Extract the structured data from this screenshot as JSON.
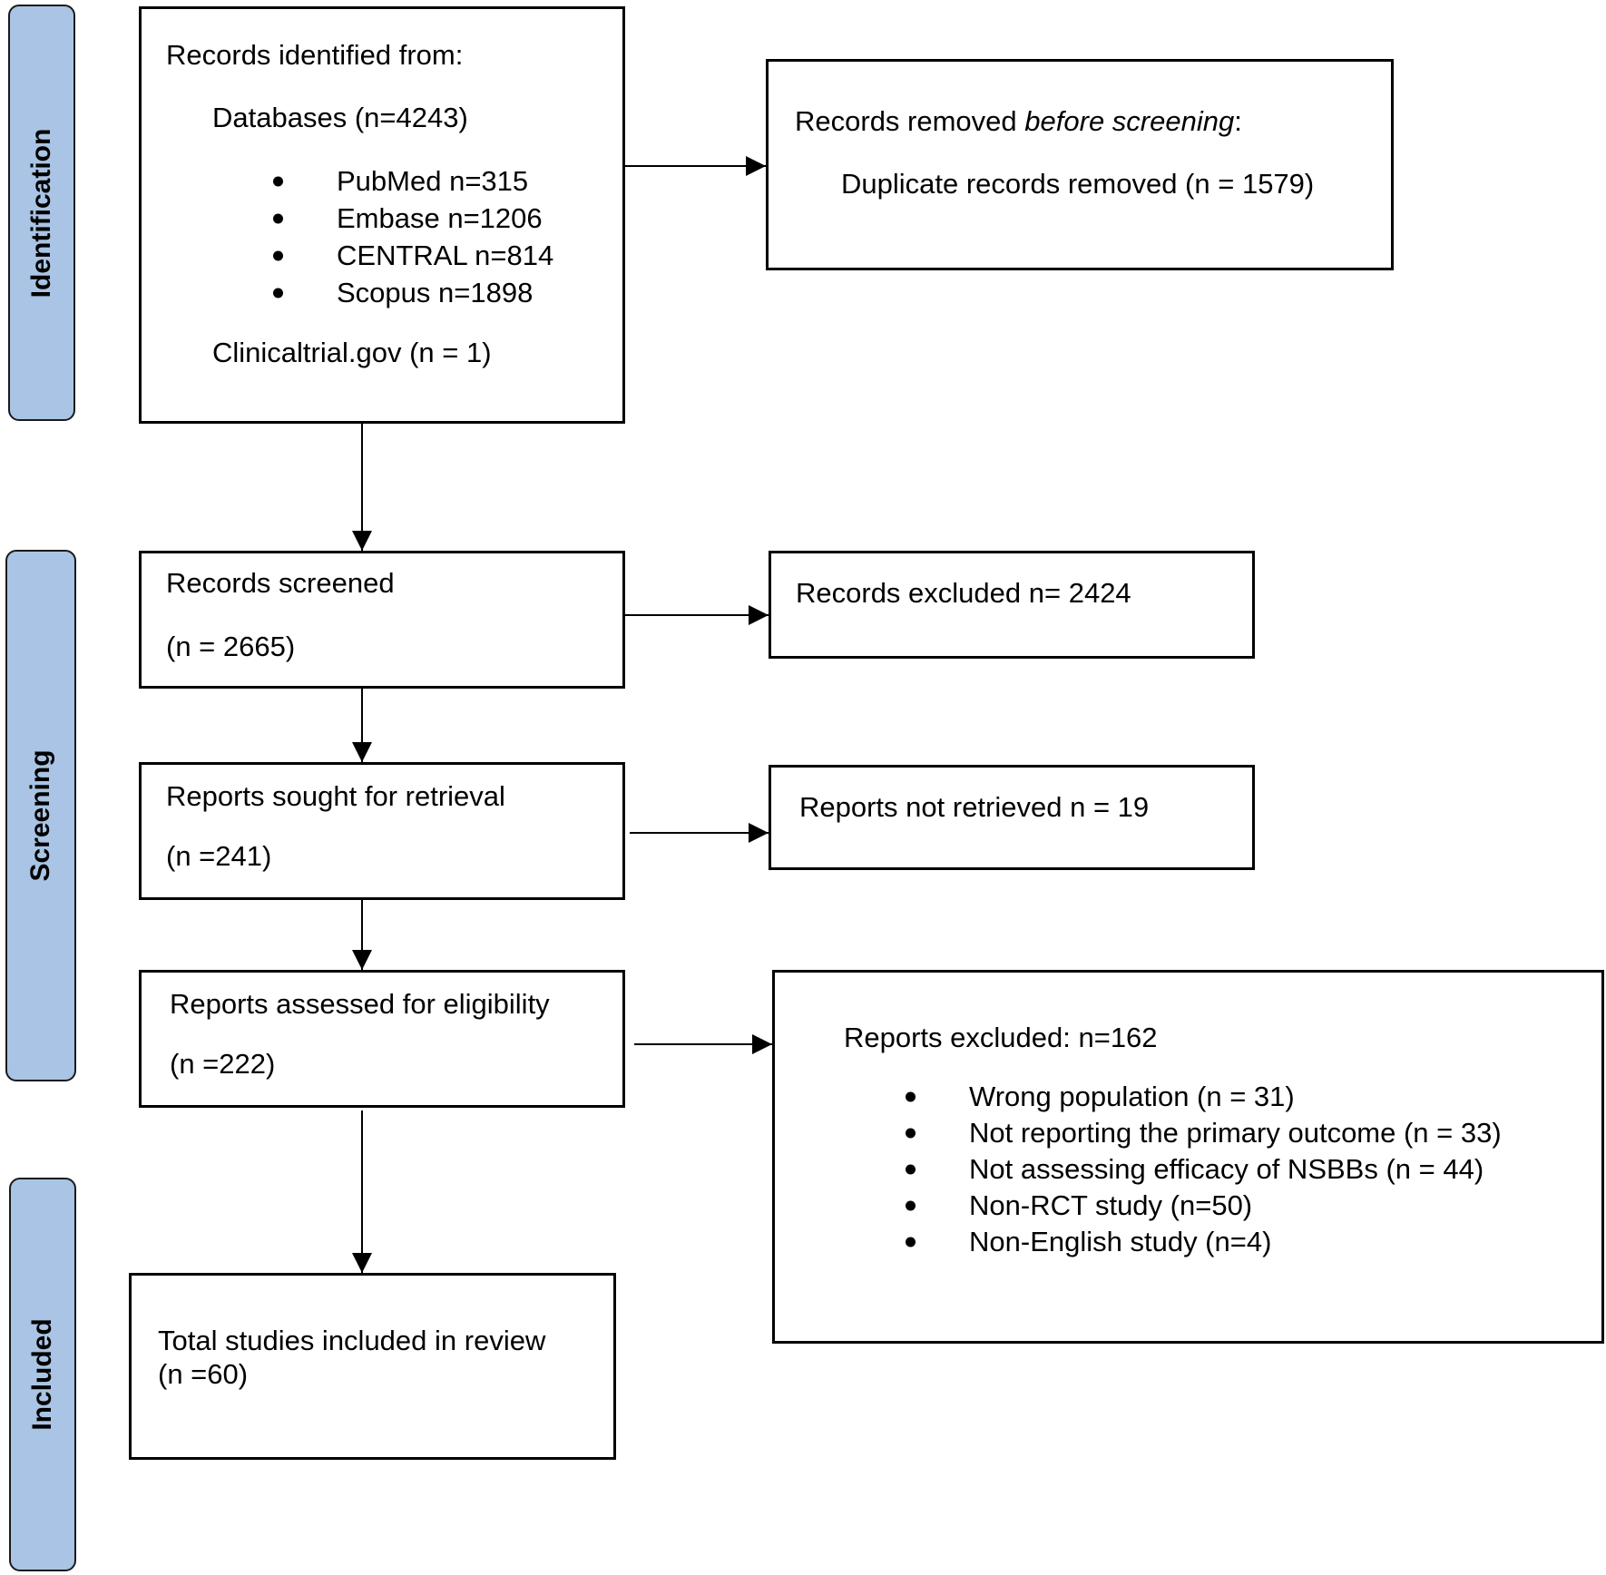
{
  "phases": {
    "identification": "Identification",
    "screening": "Screening",
    "included": "Included"
  },
  "identification": {
    "title": "Records identified from:",
    "databases": "Databases (n=4243)",
    "sources": [
      "PubMed n=315",
      "Embase n=1206",
      "CENTRAL n=814",
      "Scopus n=1898"
    ],
    "trials": "Clinicaltrial.gov (n = 1)"
  },
  "removed": {
    "label_start": "Records removed ",
    "label_em": "before screening",
    "label_end": ":",
    "duplicates": "Duplicate records removed  (n = 1579)"
  },
  "screened": {
    "label": "Records screened",
    "count": "(n = 2665)"
  },
  "excluded_records": {
    "label": "Records excluded n= 2424"
  },
  "sought": {
    "label": "Reports sought for retrieval",
    "count": "(n =241)"
  },
  "not_retrieved": {
    "label": "Reports not retrieved n = 19"
  },
  "assessed": {
    "label": "Reports assessed for eligibility",
    "count": "(n =222)"
  },
  "reports_excluded": {
    "title": "Reports excluded: n=162",
    "reasons": [
      "Wrong population  (n = 31)",
      "Not reporting the primary outcome  (n = 33)",
      "Not assessing efficacy of NSBBs (n = 44)",
      "Non-RCT study (n=50)",
      "Non-English study (n=4)"
    ]
  },
  "included": {
    "label": "Total studies included in review",
    "count": "(n =60)"
  }
}
